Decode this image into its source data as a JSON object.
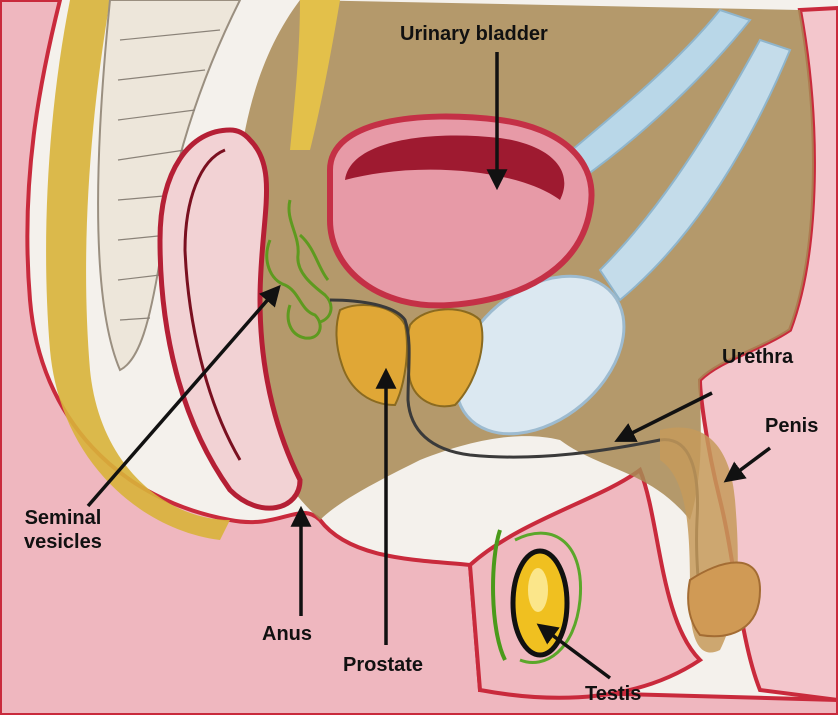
{
  "labels": {
    "urinary_bladder": "Urinary bladder",
    "urethra": "Urethra",
    "penis": "Penis",
    "seminal_vesicles_line1": "Seminal",
    "seminal_vesicles_line2": "vesicles",
    "anus": "Anus",
    "prostate": "Prostate",
    "testis": "Testis"
  },
  "colors": {
    "paper": "#f4f1ec",
    "skin_outline": "#c92a3c",
    "skin_fill": "#efb0b8",
    "pelvic_tissue": "#a88a55",
    "bladder_wall": "#c43046",
    "bladder_inner": "#e79aa7",
    "prostate": "#e0a736",
    "seminal_vesicles": "#5e9a1f",
    "spine_yellow": "#d8b23a",
    "ureter_blue": "#b9d7e8",
    "urethra_line": "#3a3a3a",
    "testis_fill": "#f0c020",
    "arrow": "#111111"
  }
}
